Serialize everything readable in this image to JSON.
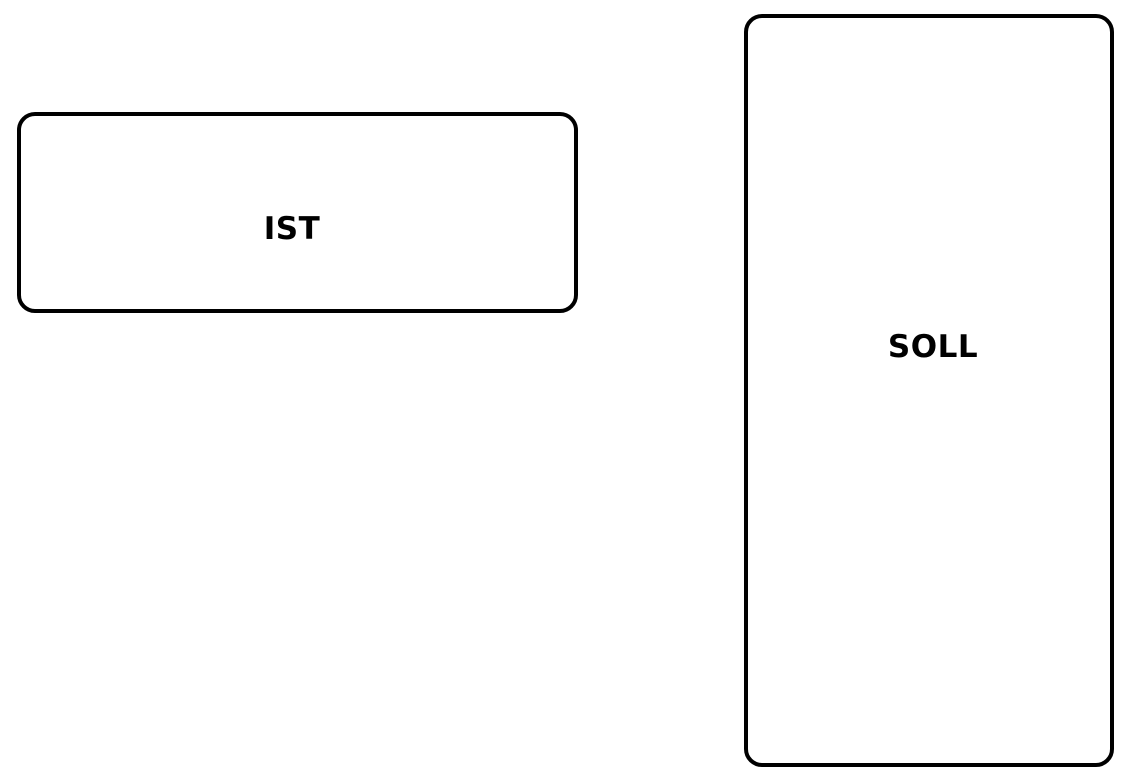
{
  "diagram": {
    "boxes": [
      {
        "id": "ist",
        "label": "IST"
      },
      {
        "id": "soll",
        "label": "SOLL"
      }
    ],
    "colors": {
      "border": "#000000",
      "text": "#000000",
      "background": "#ffffff"
    }
  }
}
